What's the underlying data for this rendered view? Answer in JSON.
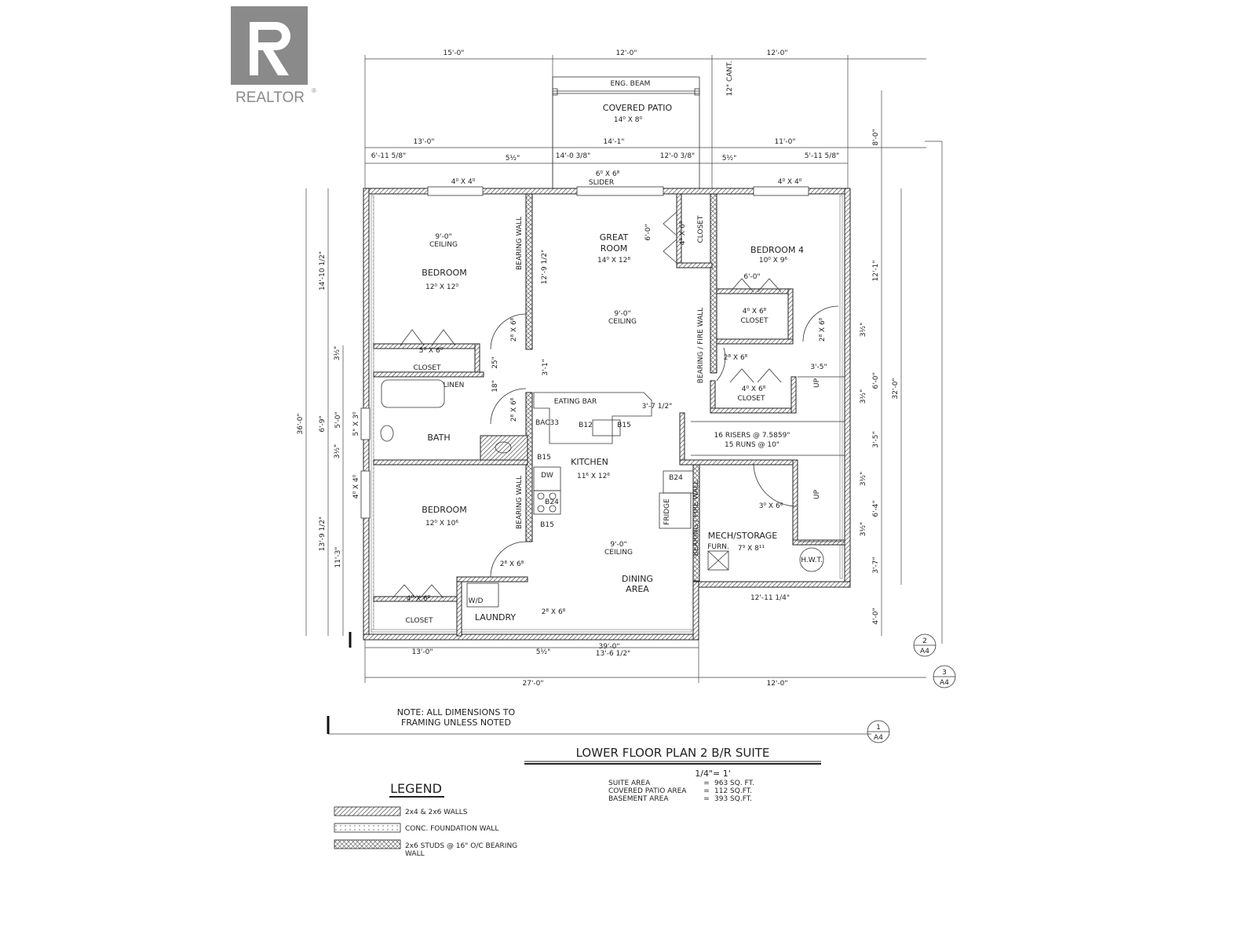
{
  "logo": {
    "text": "REALTOR",
    "mark": "®",
    "color": "#8a8a8a"
  },
  "labels": [
    "15'-0\"",
    "12'-0\"",
    "12'-0\"",
    "12\" CANT.",
    "ENG. BEAM",
    "COVERED PATIO",
    "14⁰ X 8⁰",
    "8'-0\"",
    "13'-0\"",
    "14'-1\"",
    "11'-0\"",
    "6'-11 5/8\"",
    "5½\"",
    "14'-0 3/8\"",
    "12'-0 3/8\"",
    "5½\"",
    "5'-11 5/8\"",
    "4⁰ X 4⁰",
    "6⁰ X 6⁸",
    "SLIDER",
    "4⁰ X 4⁰",
    "9'-0\"",
    "CEILING",
    "BEDROOM",
    "12⁰ X 12⁰",
    "BEARING WALL",
    "12'-9 1/2\"",
    "GREAT",
    "ROOM",
    "14⁰ X 12⁸",
    "6'-0\"",
    "4⁰ X 6⁸",
    "CLOSET",
    "BEDROOM 4",
    "10⁰ X 9⁶",
    "6'-0\"",
    "9'-0\"",
    "CEILING",
    "4⁰ X 6⁸",
    "CLOSET",
    "BEARING / FIRE WALL",
    "2⁸ X 6⁸",
    "2⁸ X 6⁸",
    "3½\"",
    "12'-1\"",
    "14'-10 1/2\"",
    "3½\"",
    "5⁰ X 6⁸",
    "CLOSET",
    "25\"",
    "18\"",
    "LINEN",
    "3'-1\"",
    "2⁸ X 6⁸",
    "3'-5\"",
    "UP",
    "4⁰ X 6⁸",
    "CLOSET",
    "EATING BAR",
    "3'-7 1/2\"",
    "BAC33",
    "B12",
    "B15",
    "2⁸ X 6⁸",
    "BATH",
    "16 RISERS @ 7.5859\"",
    "15 RUNS @ 10\"",
    "6'-0\"",
    "3½\"",
    "32'-0\"",
    "36'-0\"",
    "6'-9\"",
    "5'-0\"",
    "3'-5\"",
    "3½\"",
    "5\" X 3⁰",
    "B15",
    "KITCHEN",
    "11⁶ X 12⁶",
    "DW",
    "B24",
    "B15",
    "B24",
    "FRIDGE",
    "3⁰ X 6⁸",
    "UP",
    "BEARING / FIRE WALL",
    "BEDROOM",
    "12⁰ X 10⁶",
    "BEARING WALL",
    "4⁰ X 4⁰",
    "13'-9 1/2\"",
    "11'-3\"",
    "3½\"",
    "6'-4\"",
    "3½\"",
    "3'-7\"",
    "9'-0\"",
    "CEILING",
    "MECH/STORAGE",
    "7⁹ X 8¹¹",
    "FURN.",
    "H.W.T.",
    "2⁸ X 6⁸",
    "DINING",
    "AREA",
    "12'-11 1/4\"",
    "4'-0\"",
    "4⁰ X 6⁸",
    "CLOSET",
    "W/D",
    "LAUNDRY",
    "2⁸ X 6⁸",
    "13'-0\"",
    "5½\"",
    "39'-0\"",
    "13'-6 1/2\"",
    "27'-0\"",
    "12'-0\""
  ],
  "section_markers": [
    {
      "number": "2",
      "sheet": "A4"
    },
    {
      "number": "3",
      "sheet": "A4"
    },
    {
      "number": "1",
      "sheet": "A4"
    }
  ],
  "note": [
    "NOTE:  ALL DIMENSIONS TO",
    "FRAMING UNLESS NOTED"
  ],
  "title": "LOWER FLOOR PLAN 2 B/R SUITE",
  "scale": "1/4\"= 1'",
  "areas": [
    {
      "label": "SUITE AREA",
      "eq": "=",
      "value": "963 SQ. FT."
    },
    {
      "label": "COVERED PATIO AREA",
      "eq": "=",
      "value": "112 SQ.FT."
    },
    {
      "label": "BASEMENT AREA",
      "eq": "=",
      "value": "393 SQ.FT."
    }
  ],
  "legend": {
    "title": "LEGEND",
    "items": [
      {
        "pattern": "diagonal-hatch",
        "label": "2x4 & 2x6 WALLS"
      },
      {
        "pattern": "dotted",
        "label": "CONC. FOUNDATION  WALL"
      },
      {
        "pattern": "cross-hatch",
        "label": "2x6 STUDS @ 16\" O/C BEARING",
        "label2": "WALL"
      }
    ]
  }
}
